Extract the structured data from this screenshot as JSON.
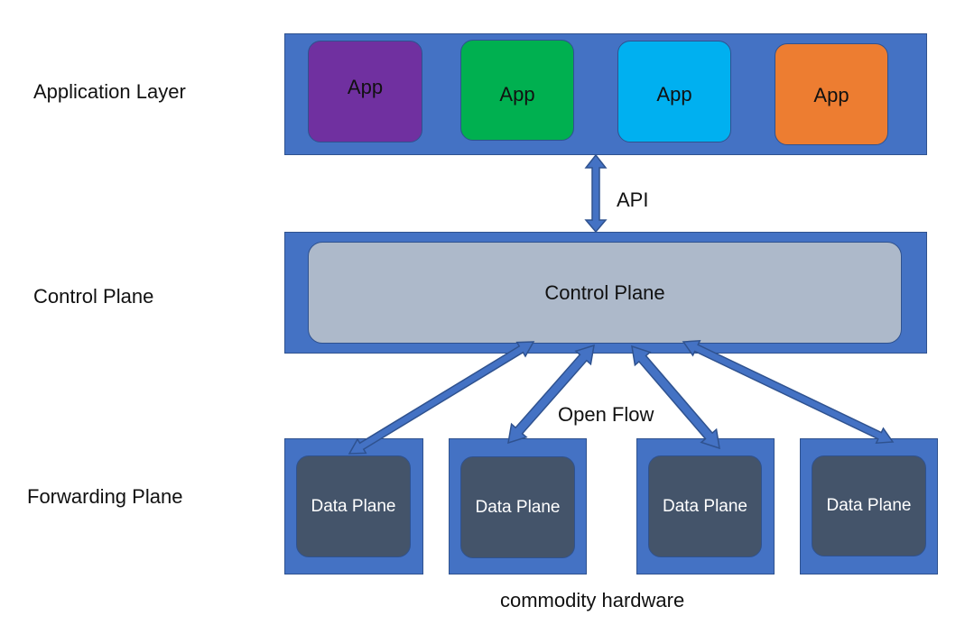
{
  "layers": {
    "application": "Application Layer",
    "control": "Control Plane",
    "forwarding": "Forwarding Plane"
  },
  "apps": [
    {
      "label": "App",
      "color": "#7030a0"
    },
    {
      "label": "App",
      "color": "#00b050"
    },
    {
      "label": "App",
      "color": "#00b0f0"
    },
    {
      "label": "App",
      "color": "#ed7d31"
    }
  ],
  "control_box": "Control Plane",
  "api_label": "API",
  "openflow_label": "Open Flow",
  "data_planes": [
    "Data Plane",
    "Data Plane",
    "Data Plane",
    "Data Plane"
  ],
  "footer": "commodity hardware",
  "colors": {
    "band": "#4472c4",
    "band_border": "#2f528f",
    "control_fill": "#adb9ca",
    "data_plane_fill": "#44546a"
  }
}
